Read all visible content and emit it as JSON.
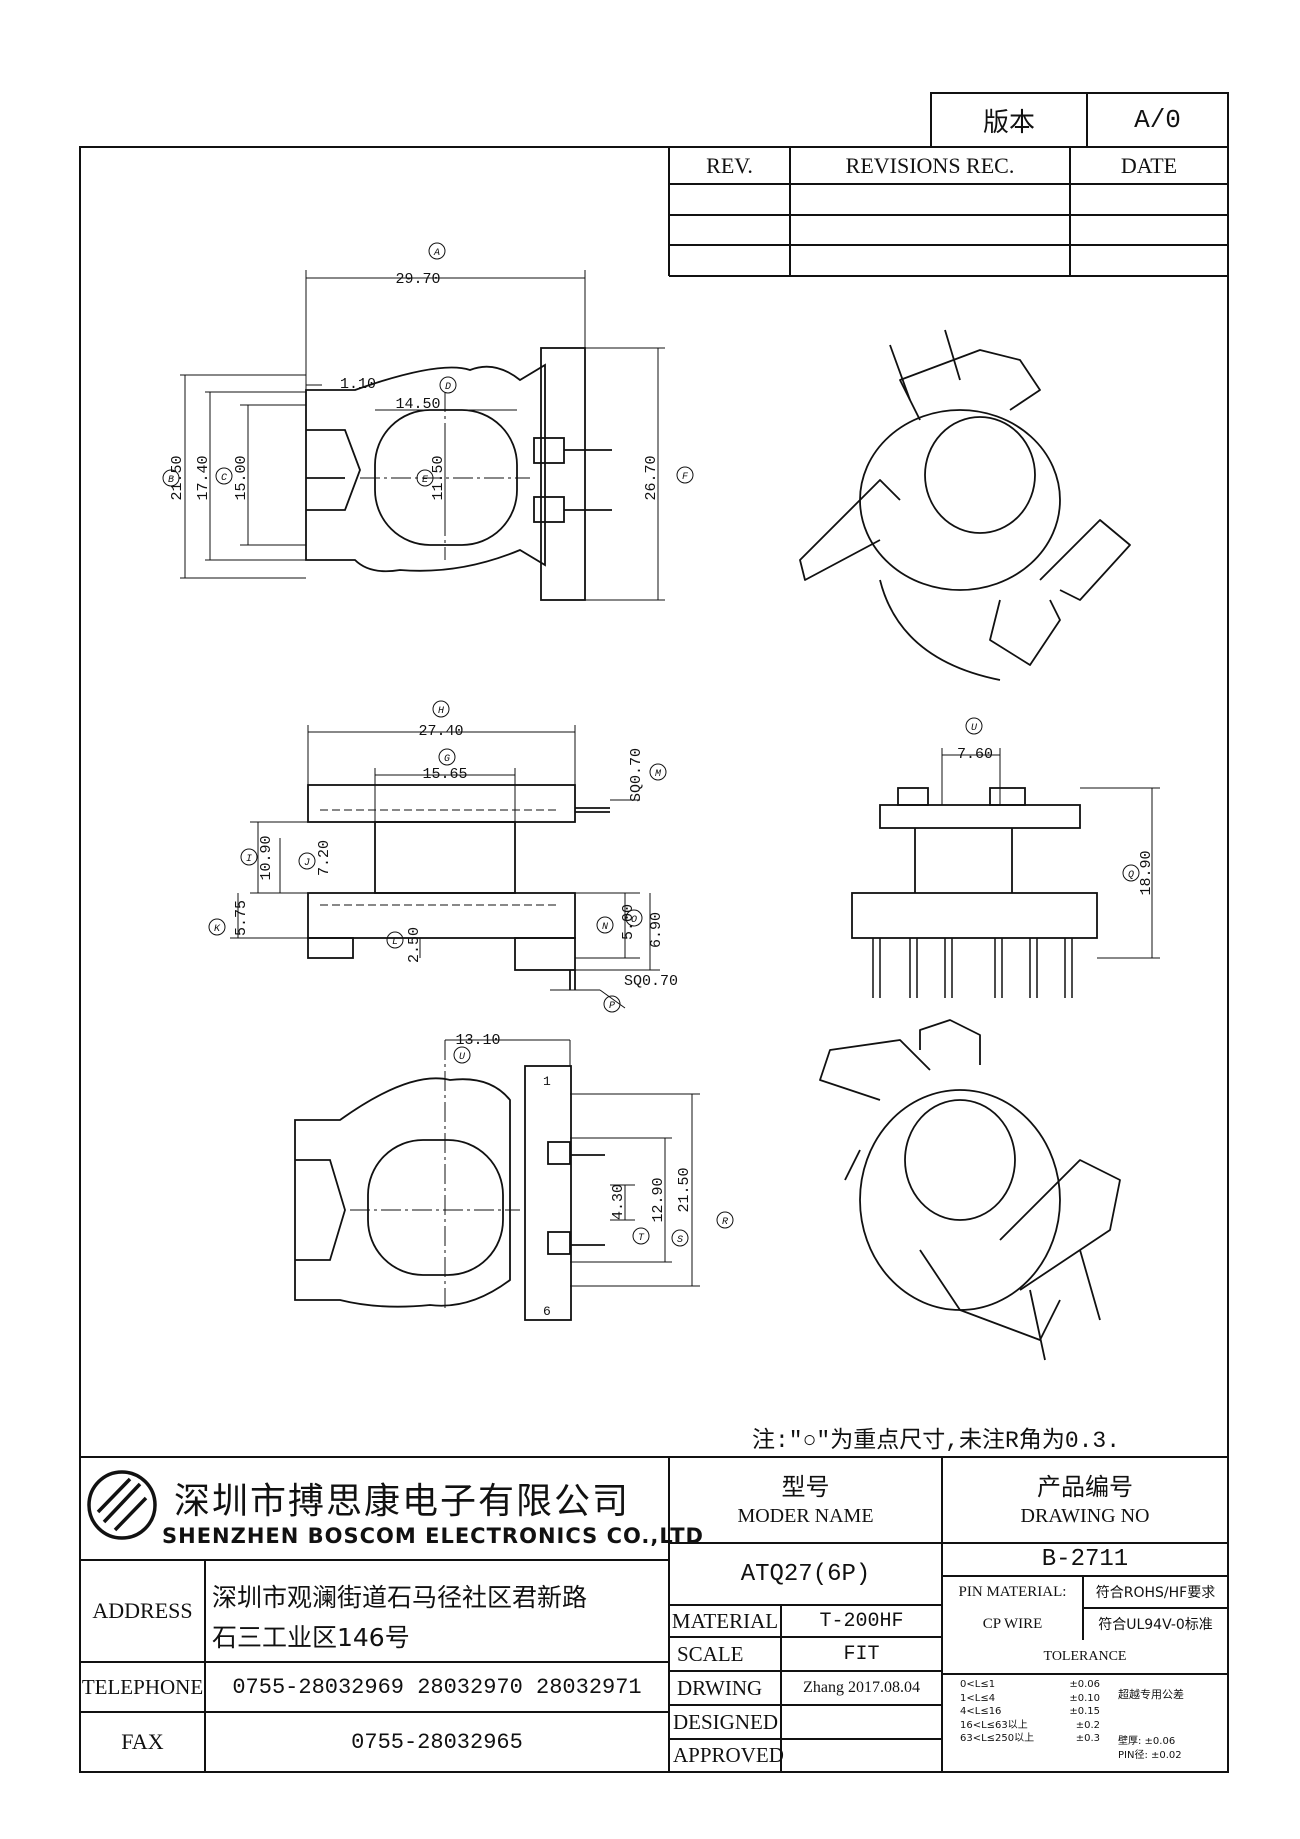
{
  "version_box": {
    "label": "版本",
    "value": "A/0"
  },
  "revisions": {
    "headers": [
      "REV.",
      "REVISIONS REC.",
      "DATE"
    ]
  },
  "views": {
    "top": {
      "A": "29.70",
      "A_tag": "A",
      "c110": "1.10",
      "D": "14.50",
      "D_tag": "D",
      "B": "21.50",
      "B_tag": "B",
      "c1740": "17.40",
      "C": "15.00",
      "C_tag": "C",
      "E": "11.50",
      "E_tag": "E",
      "F": "26.70",
      "F_tag": "F"
    },
    "front": {
      "H": "27.40",
      "H_tag": "H",
      "G": "15.65",
      "G_tag": "G",
      "M": "SQ0.70",
      "M_tag": "M",
      "I": "10.90",
      "I_tag": "I",
      "J": "7.20",
      "J_tag": "J",
      "K": "5.75",
      "K_tag": "K",
      "L": "2.50",
      "L_tag": "L",
      "N": "5.00",
      "N_tag": "N",
      "O": "6.90",
      "O_tag": "O",
      "P": "SQ0.70",
      "P_tag": "P"
    },
    "side": {
      "U": "7.60",
      "U_tag": "U",
      "Q": "18.90",
      "Q_tag": "Q"
    },
    "bottom": {
      "U": "13.10",
      "U_tag": "U",
      "T": "4.30",
      "T_tag": "T",
      "S": "12.90",
      "S_tag": "S",
      "R": "21.50",
      "R_tag": "R",
      "pin1": "1",
      "pin6": "6"
    }
  },
  "note": "注:\"○\"为重点尺寸,未注R角为0.3.",
  "company": {
    "cn": "深圳市搏思康电子有限公司",
    "en": "SHENZHEN BOSCOM ELECTRONICS CO.,LTD"
  },
  "model": {
    "label_cn": "型号",
    "label_en": "MODER NAME",
    "value": "ATQ27(6P)"
  },
  "drawing_no": {
    "label_cn": "产品编号",
    "label_en": "DRAWING NO",
    "value": "B-2711"
  },
  "address": {
    "label": "ADDRESS",
    "line1": "深圳市观澜街道石马径社区君新路",
    "line2": "石三工业区146号"
  },
  "telephone": {
    "label": "TELEPHONE",
    "value": "0755-28032969 28032970 28032971"
  },
  "fax": {
    "label": "FAX",
    "value": "0755-28032965"
  },
  "material": {
    "label": "MATERIAL",
    "value": "T-200HF"
  },
  "scale": {
    "label": "SCALE",
    "value": "FIT"
  },
  "drawing": {
    "label": "DRWING",
    "value": "Zhang 2017.08.04"
  },
  "designed": {
    "label": "DESIGNED",
    "value": ""
  },
  "approved": {
    "label": "APPROVED",
    "value": ""
  },
  "pin_material": {
    "label": "PIN MATERIAL:",
    "value": "符合ROHS/HF要求"
  },
  "cp_wire": {
    "label": "CP WIRE",
    "value": "符合UL94V-0标准"
  },
  "tolerance": {
    "label": "TOLERANCE",
    "rows": [
      {
        "range": "0<L≤1",
        "tol": "±0.06"
      },
      {
        "range": "1<L≤4",
        "tol": "±0.10"
      },
      {
        "range": "4<L≤16",
        "tol": "±0.15"
      },
      {
        "range": "16<L≤63以上",
        "tol": "±0.2"
      },
      {
        "range": "63<L≤250以上",
        "tol": "±0.3"
      }
    ],
    "special_title": "超越专用公差",
    "wall": "壁厚: ±0.06",
    "pin": "PIN径: ±0.02"
  }
}
